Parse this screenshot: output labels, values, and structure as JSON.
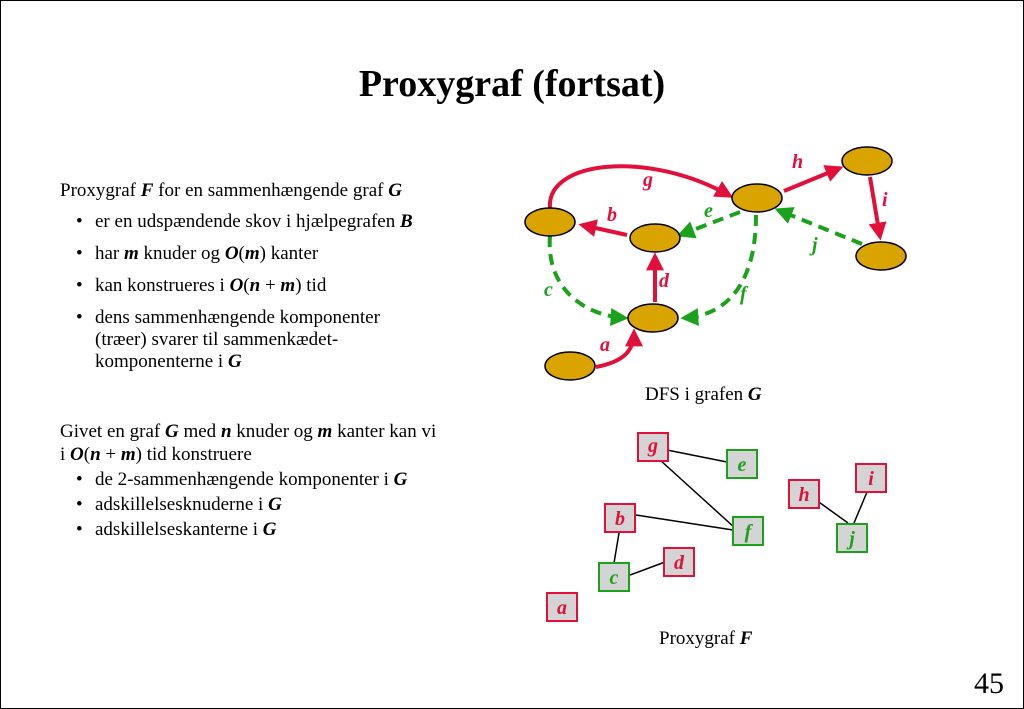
{
  "slide": {
    "title": "Proxygraf (fortsat)",
    "page_number": "45"
  },
  "block1": {
    "intro": {
      "pre": "Proxygraf ",
      "F": "F",
      "mid": " for en sammenhængende graf ",
      "G": "G"
    },
    "b1": {
      "pre": "er en udspændende skov i hjælpegrafen ",
      "B": "B"
    },
    "b2": {
      "pre": "har ",
      "m": "m",
      "mid": " knuder og ",
      "O": "O",
      "open": "(",
      "m2": "m",
      "close": ")",
      "post": " kanter"
    },
    "b3": {
      "pre": "kan konstrueres i ",
      "O": "O",
      "open": "(",
      "n": "n",
      "plus": " + ",
      "m": "m",
      "close": ")",
      "post": " tid"
    },
    "b4": {
      "line1": "dens sammenhængende komponenter",
      "line2": "(træer) svarer til sammenkædet-",
      "line3pre": "komponenterne i ",
      "G": "G"
    }
  },
  "block2": {
    "l1": {
      "pre": "Givet en graf ",
      "G": "G",
      "mid1": " med ",
      "n": "n",
      "mid2": " knuder og ",
      "m": "m",
      "post": " kanter kan vi"
    },
    "l2": {
      "pre": "i ",
      "O": "O",
      "open": "(",
      "n": "n",
      "plus": " + ",
      "m": "m",
      "close": ")",
      "post": " tid konstruere"
    },
    "b1": {
      "pre": "de 2-sammenhængende komponenter i ",
      "G": "G"
    },
    "b2": {
      "pre": "adskillelsesknuderne i ",
      "G": "G"
    },
    "b3": {
      "pre": "adskillelseskanterne i ",
      "G": "G"
    }
  },
  "bullet_char": "•",
  "dfs_graph": {
    "caption_pre": "DFS i grafen ",
    "caption_G": "G",
    "edge_labels": {
      "g": "g",
      "h": "h",
      "e": "e",
      "b": "b",
      "i": "i",
      "j": "j",
      "c": "c",
      "d": "d",
      "f": "f",
      "a": "a"
    },
    "colors": {
      "node_fill": "#d9a400",
      "tree_edge": "#e0103a",
      "back_edge": "#1aa21a"
    }
  },
  "proxy_graph": {
    "caption_pre": "Proxygraf ",
    "caption_F": "F",
    "nodes": {
      "g": "g",
      "e": "e",
      "h": "h",
      "i": "i",
      "b": "b",
      "f": "f",
      "j": "j",
      "d": "d",
      "c": "c",
      "a": "a"
    },
    "colors": {
      "red_border": "#e0103a",
      "green_border": "#1aa21a",
      "box_fill": "#d4d4d4"
    }
  }
}
